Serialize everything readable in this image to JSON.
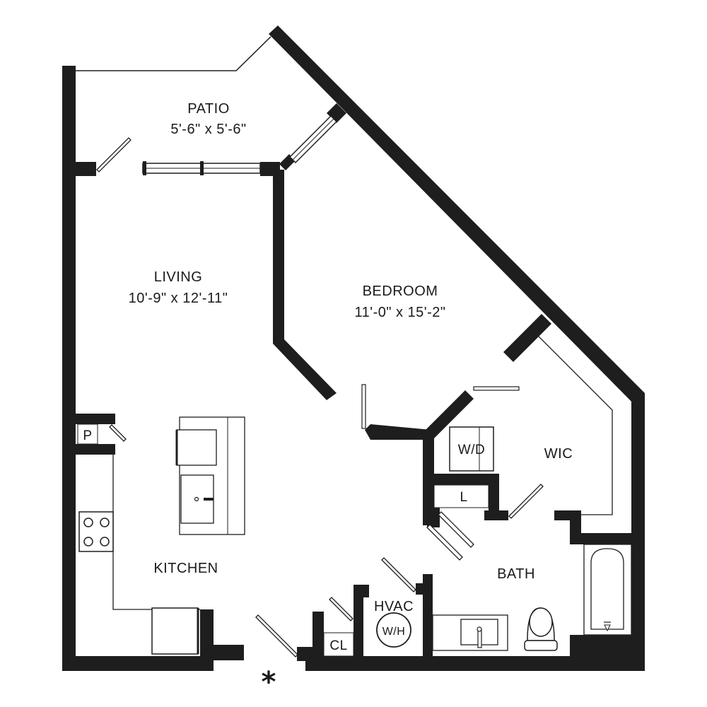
{
  "rooms": {
    "patio": {
      "name": "PATIO",
      "dims": "5'-6\" x 5'-6\""
    },
    "living": {
      "name": "LIVING",
      "dims": "10'-9\" x 12'-11\""
    },
    "bedroom": {
      "name": "BEDROOM",
      "dims": "11'-0\" x 15'-2\""
    },
    "kitchen": {
      "name": "KITCHEN"
    },
    "wic": {
      "name": "WIC"
    },
    "bath": {
      "name": "BATH"
    },
    "hvac": {
      "name": "HVAC"
    }
  },
  "fixtures": {
    "pantry": "P",
    "washer_dryer": "W/D",
    "linen": "L",
    "water_heater": "W/H",
    "closet": "CL"
  },
  "entry_marker": "*"
}
